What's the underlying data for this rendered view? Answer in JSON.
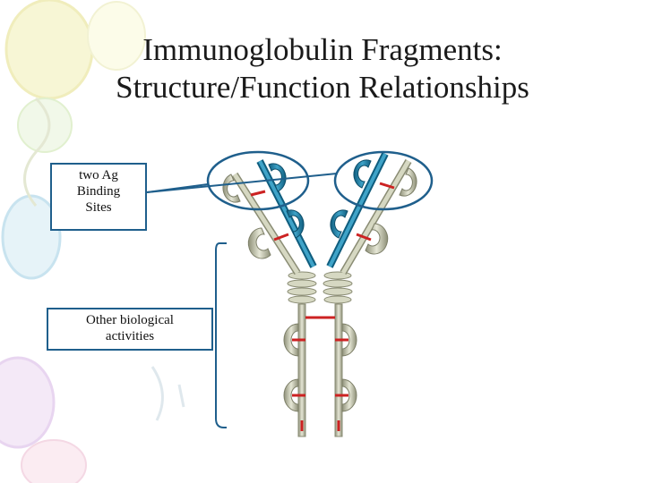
{
  "slide": {
    "title_line1": "Immunoglobulin Fragments:",
    "title_line2": "Structure/Function Relationships"
  },
  "labels": {
    "ag_line1": "two Ag",
    "ag_line2": "Binding",
    "ag_line3": "Sites",
    "bio_line1": "Other biological",
    "bio_line2": "activities"
  },
  "colors": {
    "variable_domain": "#1f7fa6",
    "constant_domain": "#c9cbb4",
    "disulfide_bond": "#cc2222",
    "outline": "#1f5f8c"
  }
}
